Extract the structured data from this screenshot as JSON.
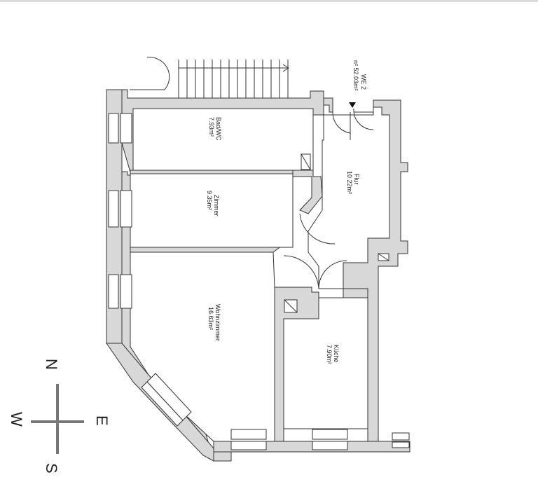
{
  "unit": {
    "name": "WE 2",
    "area": "52.03m²",
    "area_partial": "n²  52.03m²"
  },
  "rooms": [
    {
      "id": "bad",
      "name": "Bad/WC",
      "area": "7.93m²"
    },
    {
      "id": "zimmer",
      "name": "Zimmer",
      "area": "9.35m²"
    },
    {
      "id": "flur",
      "name": "Flur",
      "area": "10.22m²"
    },
    {
      "id": "wohnzimmer",
      "name": "Wohnzimmer",
      "area": "16.63m²"
    },
    {
      "id": "kueche",
      "name": "Küche",
      "area": "7.90m²"
    }
  ],
  "compass": {
    "n": "N",
    "e": "E",
    "s": "S",
    "w": "W"
  },
  "colors": {
    "wall": "#d8d8d8",
    "line": "#333333",
    "background": "#ffffff"
  }
}
